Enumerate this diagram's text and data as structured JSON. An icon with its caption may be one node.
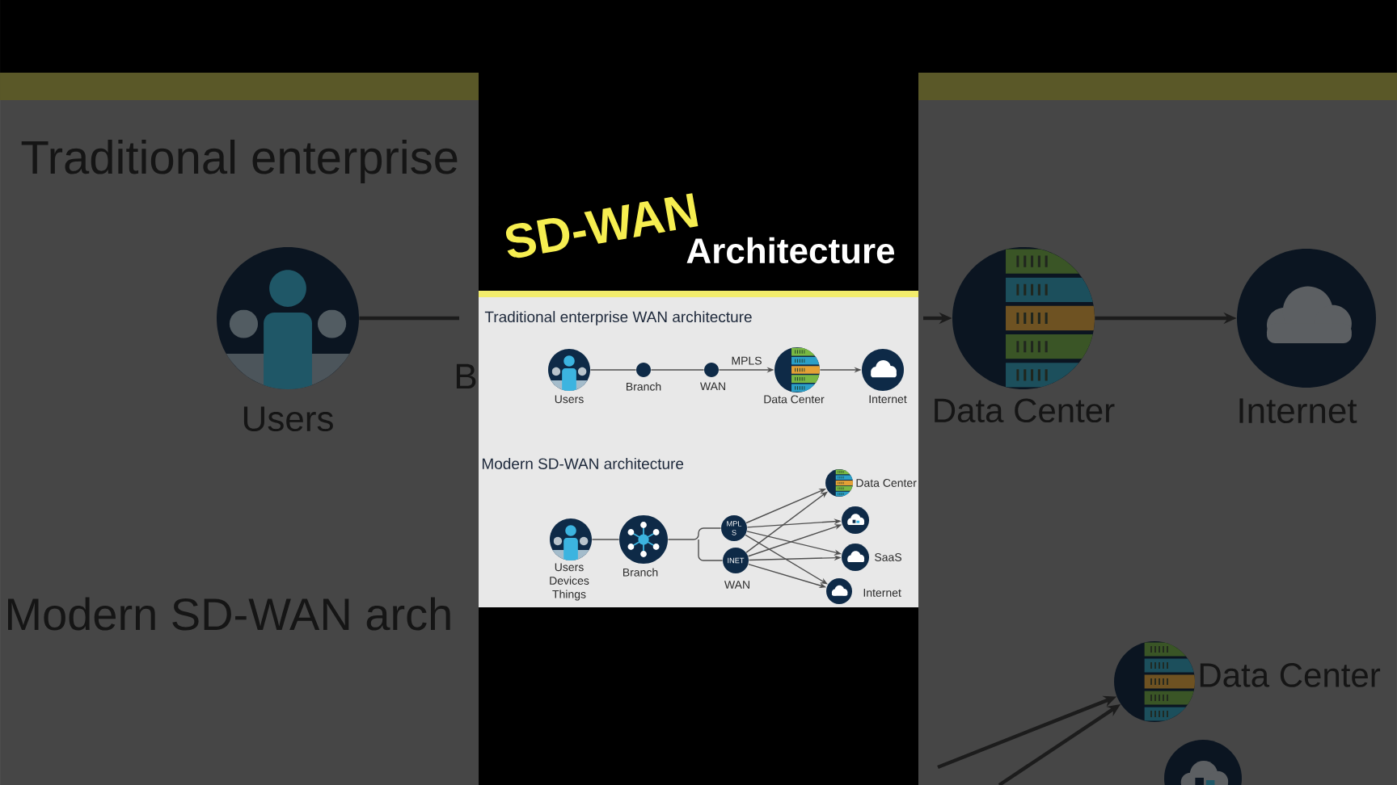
{
  "diagram": {
    "nodes": [
      {
        "text": [
          "Users"
        ]
      },
      {
        "text": [
          "Branch"
        ]
      },
      {
        "text": [
          "WAN"
        ]
      },
      {
        "text": [
          "Data Center"
        ]
      },
      {
        "text": [
          "Internet"
        ]
      },
      {
        "text": [
          "Users Devices Things"
        ]
      },
      {
        "text": [
          "Branch"
        ]
      },
      {
        "text": [
          "MPL S"
        ]
      },
      {
        "text": [
          "INET"
        ]
      },
      {
        "text": [
          "Data Center"
        ]
      },
      {
        "text": [],
        "shape": "circle"
      },
      {
        "text": [
          "SaaS"
        ]
      },
      {
        "text": [
          "Internet"
        ]
      },
      {
        "text": [
          "Users"
        ]
      },
      {
        "text": [
          "Data Center"
        ]
      },
      {
        "text": [
          "Internet"
        ]
      },
      {
        "text": [
          "Data Center"
        ]
      },
      {
        "text": [],
        "shape": "circle"
      }
    ],
    "edges": [
      {
        "from": 0,
        "to": 1,
        "arrow": "none"
      },
      {
        "from": 1,
        "to": 2,
        "arrow": "none"
      },
      {
        "from": 2,
        "to": 3,
        "arrow": "to",
        "label": "MPLS"
      },
      {
        "from": 3,
        "to": 4,
        "arrow": "to"
      },
      {
        "from": 5,
        "to": 6,
        "arrow": "none"
      },
      {
        "from": 6,
        "to": 7,
        "arrow": "none"
      },
      {
        "from": 6,
        "to": 8,
        "arrow": "none"
      },
      {
        "from": 7,
        "to": 9,
        "arrow": "to"
      },
      {
        "from": 7,
        "to": 10,
        "arrow": "to"
      },
      {
        "from": 7,
        "to": 11,
        "arrow": "to"
      },
      {
        "from": 7,
        "to": 12,
        "arrow": "to"
      },
      {
        "from": 8,
        "to": 9,
        "arrow": "to"
      },
      {
        "from": 8,
        "to": 10,
        "arrow": "to"
      },
      {
        "from": 8,
        "to": 11,
        "arrow": "to"
      },
      {
        "from": 8,
        "to": 12,
        "arrow": "to"
      },
      {
        "from": 13,
        "to": null,
        "arrow": "none",
        "style": "thick",
        "color": "#1c1c1c"
      },
      {
        "from": null,
        "to": 14,
        "arrow": "to",
        "style": "thick",
        "color": "#1c1c1c"
      },
      {
        "from": 14,
        "to": 15,
        "arrow": "to",
        "style": "thick",
        "color": "#1c1c1c"
      },
      {
        "from": null,
        "to": 16,
        "arrow": "to",
        "style": "thick",
        "color": "#1c1c1c"
      },
      {
        "from": null,
        "to": 16,
        "arrow": "to",
        "style": "thick",
        "color": "#1c1c1c"
      }
    ],
    "labels": [
      "Traditional enterprise",
      "SD-WAN",
      "Architecture",
      "Traditional enterprise WAN architecture",
      "B",
      "Modern SD-WAN architecture",
      "WAN",
      "Modern SD-WAN arch"
    ]
  }
}
